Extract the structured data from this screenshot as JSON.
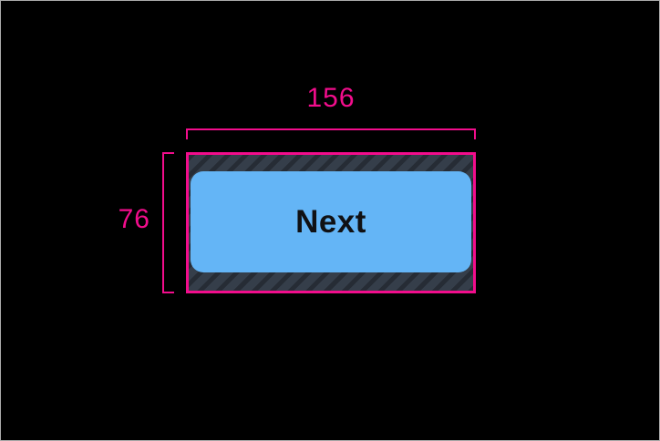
{
  "annotation": {
    "width_label": "156",
    "height_label": "76"
  },
  "button": {
    "label": "Next"
  },
  "theme": {
    "annotation_pink": "#f20d8c",
    "button_blue": "#64b5f6",
    "button_text": "#101114",
    "hatch_base": "#353e4a",
    "hatch_stripe": "#262c35",
    "canvas_black": "#000000",
    "frame_border": "#ababab"
  }
}
